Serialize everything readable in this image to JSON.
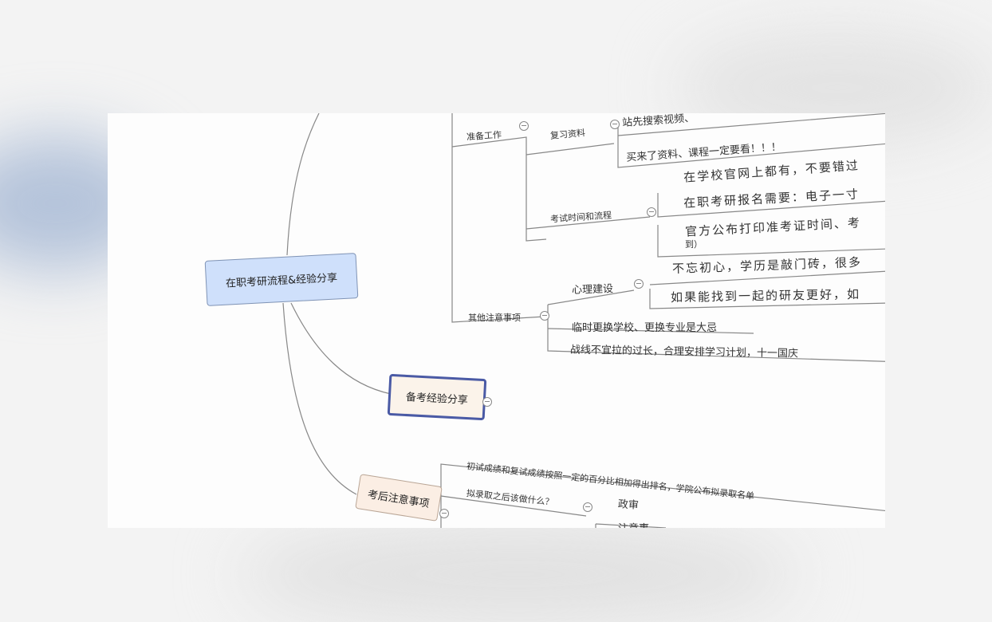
{
  "mindmap": {
    "root": "在职考研流程&经验分享",
    "prep_node": "备考经验分享",
    "after_node": "考后注意事项",
    "branches": {
      "prep_work": "准备工作",
      "review_materials": "复习资料",
      "review_item_1": "站先搜索视频、",
      "review_item_2": "买来了资料、课程一定要看！！！",
      "exam_time": "考试时间和流程",
      "exam_item_1": "在学校官网上都有，不要错过",
      "exam_item_2": "在职考研报名需要：电子一寸",
      "exam_item_3": "官方公布打印准考证时间、考",
      "exam_item_3b": "到）",
      "other_notes": "其他注意事项",
      "psych": "心理建设",
      "psych_item_1": "不忘初心，学历是敲门砖，很多",
      "psych_item_2": "如果能找到一起的研友更好，如",
      "other_item_1": "临时更换学校、更换专业是大忌",
      "other_item_2": "战线不宜拉的过长，合理安排学习计划，十一国庆",
      "after_item_1": "初试成绩和复试成绩按照一定的百分比相加得出排名，学院公布拟录取名单",
      "after_item_2": "拟录取之后该做什么？",
      "after_sub_1": "政审",
      "after_sub_2": "注意事"
    }
  }
}
